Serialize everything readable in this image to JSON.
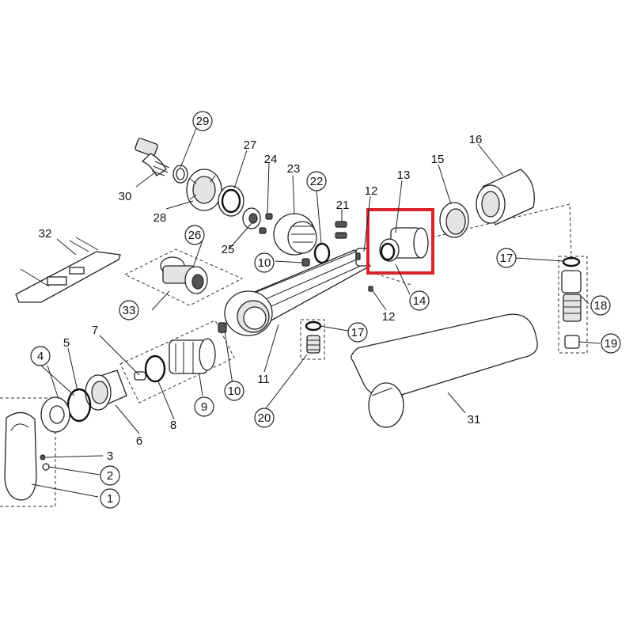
{
  "highlight_color": "#d9222a",
  "callouts": [
    {
      "id": "c29",
      "text": "29",
      "circled": true
    },
    {
      "id": "c27",
      "text": "27",
      "circled": false
    },
    {
      "id": "c24",
      "text": "24",
      "circled": false
    },
    {
      "id": "c23",
      "text": "23",
      "circled": false
    },
    {
      "id": "c22",
      "text": "22",
      "circled": true
    },
    {
      "id": "c21",
      "text": "21",
      "circled": false
    },
    {
      "id": "c12a",
      "text": "12",
      "circled": false
    },
    {
      "id": "c13",
      "text": "13",
      "circled": false
    },
    {
      "id": "c15",
      "text": "15",
      "circled": false
    },
    {
      "id": "c16",
      "text": "16",
      "circled": false
    },
    {
      "id": "c30",
      "text": "30",
      "circled": false
    },
    {
      "id": "c28",
      "text": "28",
      "circled": false
    },
    {
      "id": "c32",
      "text": "32",
      "circled": false
    },
    {
      "id": "c26",
      "text": "26",
      "circled": true
    },
    {
      "id": "c25",
      "text": "25",
      "circled": false
    },
    {
      "id": "c10a",
      "text": "10",
      "circled": true
    },
    {
      "id": "c33",
      "text": "33",
      "circled": true
    },
    {
      "id": "c17a",
      "text": "17",
      "circled": true
    },
    {
      "id": "c14",
      "text": "14",
      "circled": true
    },
    {
      "id": "c12b",
      "text": "12",
      "circled": false
    },
    {
      "id": "c18",
      "text": "18",
      "circled": true
    },
    {
      "id": "c7",
      "text": "7",
      "circled": false
    },
    {
      "id": "c4",
      "text": "4",
      "circled": true
    },
    {
      "id": "c5",
      "text": "5",
      "circled": false
    },
    {
      "id": "c17b",
      "text": "17",
      "circled": true
    },
    {
      "id": "c19",
      "text": "19",
      "circled": true
    },
    {
      "id": "c10b",
      "text": "10",
      "circled": true
    },
    {
      "id": "c11",
      "text": "11",
      "circled": false
    },
    {
      "id": "c6",
      "text": "6",
      "circled": false
    },
    {
      "id": "c8",
      "text": "8",
      "circled": false
    },
    {
      "id": "c9",
      "text": "9",
      "circled": true
    },
    {
      "id": "c20",
      "text": "20",
      "circled": true
    },
    {
      "id": "c31",
      "text": "31",
      "circled": false
    },
    {
      "id": "c3",
      "text": "3",
      "circled": false
    },
    {
      "id": "c2",
      "text": "2",
      "circled": true
    },
    {
      "id": "c1",
      "text": "1",
      "circled": true
    }
  ]
}
